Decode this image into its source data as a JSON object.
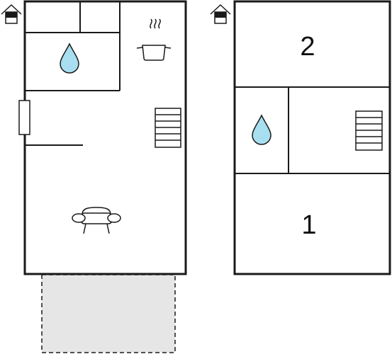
{
  "floors": [
    {
      "name": "ground-floor",
      "icons": [
        "house-marker-icon",
        "water-drop-icon",
        "cooking-pot-icon",
        "staircase-icon",
        "sofa-icon",
        "door-icon"
      ],
      "has_terrace": true
    },
    {
      "name": "upper-floor",
      "icons": [
        "house-marker-icon",
        "water-drop-icon",
        "staircase-icon"
      ],
      "rooms": [
        {
          "label": "2"
        },
        {
          "label": "1"
        }
      ]
    }
  ],
  "colors": {
    "wall": "#1a1a1a",
    "water": "#a8dff0",
    "terrace": "#e6e6e6"
  }
}
